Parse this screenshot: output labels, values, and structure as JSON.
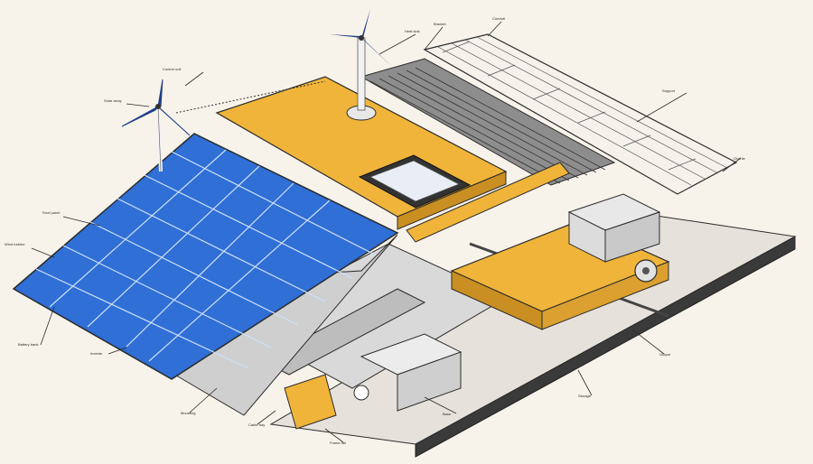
{
  "colors": {
    "background": "#f8f3ea",
    "solar_blue": "#2f6fd6",
    "solar_light": "#5aa0ee",
    "frame_grey": "#cfcfcf",
    "panel_yellow": "#f0b43a",
    "outline": "#2b2b2b",
    "rail_dark": "#3a3a3a"
  },
  "callouts": [
    {
      "id": "c1",
      "text": "Control unit"
    },
    {
      "id": "c2",
      "text": "Solar array"
    },
    {
      "id": "c3",
      "text": "Roof panel"
    },
    {
      "id": "c4",
      "text": "Wind turbine"
    },
    {
      "id": "c5",
      "text": "Battery bank"
    },
    {
      "id": "c6",
      "text": "Inverter"
    },
    {
      "id": "c7",
      "text": "Mounting"
    },
    {
      "id": "c8",
      "text": "Cable tray"
    },
    {
      "id": "c9",
      "text": "Frame rail"
    },
    {
      "id": "c10",
      "text": "Base"
    },
    {
      "id": "c11",
      "text": "Storage"
    },
    {
      "id": "c12",
      "text": "Output"
    },
    {
      "id": "c13",
      "text": "Support"
    },
    {
      "id": "c14",
      "text": "Grid tie"
    },
    {
      "id": "c15",
      "text": "Heat sink"
    },
    {
      "id": "c16",
      "text": "Bracket"
    },
    {
      "id": "c17",
      "text": "Conduit"
    }
  ]
}
